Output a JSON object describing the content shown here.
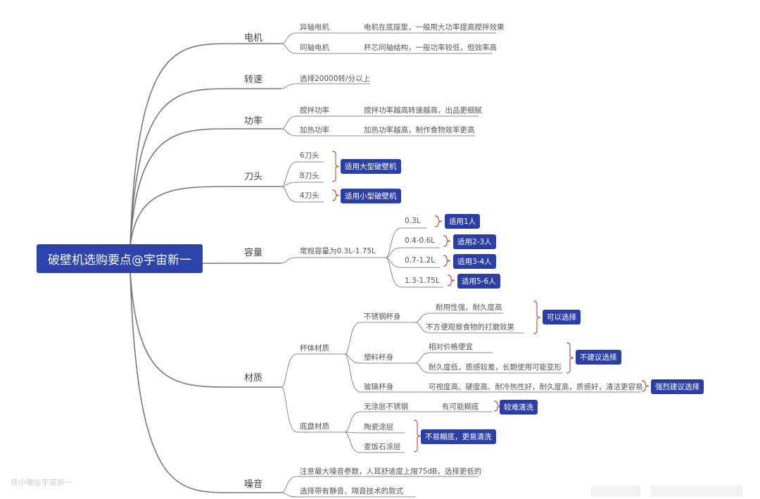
{
  "root": "破壁机选购要点@宇宙新一",
  "watermark": "佳小敬@宇宙新一",
  "colors": {
    "badge": "#2b3fa6",
    "brace": "#b5574a",
    "line": "#888888"
  },
  "branches": {
    "motor": {
      "label": "电机",
      "items": [
        {
          "name": "异轴电机",
          "desc": "电机在底座里，一般用大功率提高搅拌效果"
        },
        {
          "name": "同轴电机",
          "desc": "杯芯同轴结构，一般功率较低，但效率高"
        }
      ]
    },
    "speed": {
      "label": "转速",
      "item": "选择20000转/分以上"
    },
    "power": {
      "label": "功率",
      "items": [
        {
          "name": "搅拌功率",
          "desc": "搅拌功率越高转速越高，出品更细腻"
        },
        {
          "name": "加热功率",
          "desc": "加热功率越高，制作食物效率更高"
        }
      ]
    },
    "blade": {
      "label": "刀头",
      "items": [
        "6刀头",
        "8刀头",
        "4刀头"
      ],
      "badges": [
        "适用大型破壁机",
        "适用小型破壁机"
      ]
    },
    "capacity": {
      "label": "容量",
      "item": "常规容量为0.3L-1.75L",
      "sizes": [
        {
          "v": "0.3L",
          "b": "适用1人"
        },
        {
          "v": "0.4-0.6L",
          "b": "适用2-3人"
        },
        {
          "v": "0.7-1.2L",
          "b": "适用3-4人"
        },
        {
          "v": "1.3-1.75L",
          "b": "适用5-6人"
        }
      ]
    },
    "material": {
      "label": "材质",
      "cup": {
        "label": "杯体材质",
        "steel": {
          "name": "不锈钢杯身",
          "p": [
            "耐用性强，耐久度高",
            "不方便观察食物的打磨效果"
          ],
          "badge": "可以选择"
        },
        "plastic": {
          "name": "塑料杯身",
          "p": [
            "相对价格便宜",
            "耐久度低，质感较差，长期使用可能变形"
          ],
          "badge": "不建议选择"
        },
        "glass": {
          "name": "玻璃杯身",
          "p": "可视度高、硬度高、耐冷热性好，耐久度高，质感好，清洁更容易",
          "badge": "强烈建议选择"
        }
      },
      "base": {
        "label": "底盘材质",
        "items": [
          "无涂层不锈钢",
          "陶瓷涂层",
          "麦饭石涂层"
        ],
        "uncoated_note": "有可能糊底",
        "badge1": "较难清洗",
        "badge2": "不易糊底，更易清洗"
      }
    },
    "noise": {
      "label": "噪音",
      "items": [
        "注意最大噪音参数，人耳舒适度上限75dB，选择更低的",
        "选择带有静音、隔音技术的款式"
      ]
    }
  }
}
